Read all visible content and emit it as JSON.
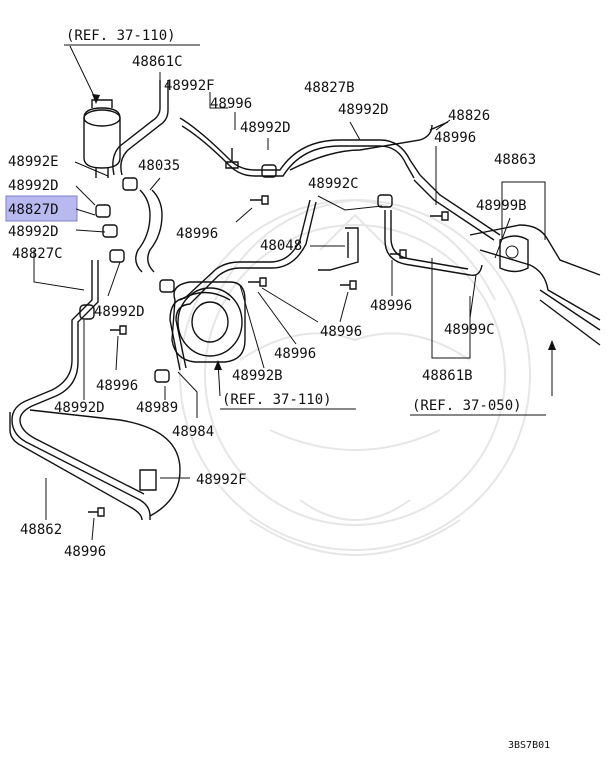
{
  "diagram": {
    "labels": {
      "ref_37_110_top": "(REF. 37-110)",
      "p48861C": "48861C",
      "p48992F_top": "48992F",
      "p48827B": "48827B",
      "p48996_a": "48996",
      "p48992D_a": "48992D",
      "p48992D_b": "48992D",
      "p48826": "48826",
      "p48992E": "48992E",
      "p48035": "48035",
      "p48996_b": "48996",
      "p48863": "48863",
      "p48992D_c": "48992D",
      "p48992C": "48992C",
      "p48827D": "48827D",
      "p48999B": "48999B",
      "p48996_c": "48996",
      "p48992D_d": "48992D",
      "p48048": "48048",
      "p48827C": "48827C",
      "p48996_d": "48996",
      "p48992D_e": "48992D",
      "p48996_e": "48996",
      "p48999C": "48999C",
      "p48996_f": "48996",
      "p48996_g": "48996",
      "p48992B": "48992B",
      "p48861B": "48861B",
      "ref_37_110_mid": "(REF. 37-110)",
      "ref_37_050": "(REF. 37-050)",
      "p48992D_f": "48992D",
      "p48989": "48989",
      "p48984": "48984",
      "p48992F_bottom": "48992F",
      "p48862": "48862",
      "p48996_h": "48996",
      "code": "3BS7B01"
    },
    "highlight_color": "#b7b9ef"
  }
}
